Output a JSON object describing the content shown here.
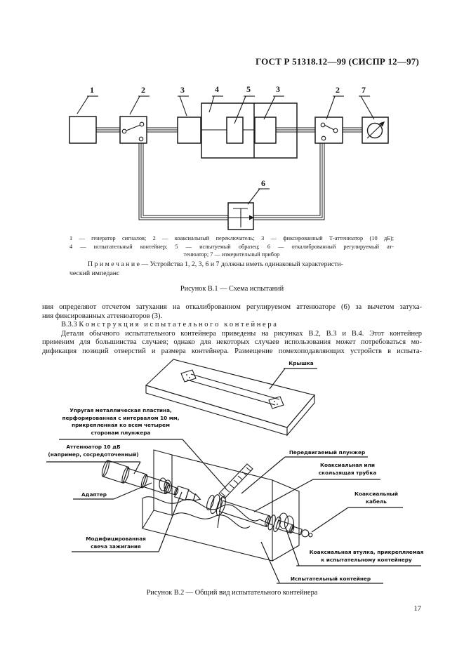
{
  "header": {
    "title": "ГОСТ Р 51318.12—99 (СИСПР 12—97)",
    "page_number": "17"
  },
  "colors": {
    "ink": "#1a1a1a",
    "paper": "#ffffff"
  },
  "figure_b1": {
    "callouts": [
      "1",
      "2",
      "3",
      "4",
      "5",
      "3",
      "2",
      "7",
      "6"
    ],
    "key_lines": [
      "1 — генератор сигналов; 2 — коаксиальный переключатель; 3 — фиксированный Т-аттенюатор (10 дБ);",
      "4 — испытательный контейнер; 5 — испытуемый образец; 6 — откалиброванный регулируемый ат-",
      "тенюатор; 7 — измерительный прибор"
    ],
    "note_lines": [
      "П р и м е ч а н и е — Устройства 1, 2, 3, 6 и 7 должны иметь одинаковый характеристи-",
      "ческий импеданс"
    ],
    "caption": "Рисунок В.1 — Схема испытаний"
  },
  "body": {
    "lines": [
      "ния определяют отсчетом затухания на откалиброванном регулируемом аттенюаторе (6) за вычетом затуха-",
      "ния фиксированных аттенюаторов (3).",
      "В.3.3 К о н с т р у к ц и я   и с п ы т а т е л ь н о г о   к о н т е й н е р а",
      "Детали обычного испытательного контейнера приведены на рисунках В.2, В.3 и В.4. Этот контейнер",
      "применим для большинства случаев; однако для некоторых случаев использования может потребоваться мо-",
      "дификация позиций отверстий и размера контейнера. Размещение помехоподавляющих устройств в испыта-"
    ]
  },
  "figure_b2": {
    "labels": {
      "lid": "Крышка",
      "plate_l1": "Упругая металлическая пластина,",
      "plate_l2": "перфорированная с интервалом 10 мм,",
      "plate_l3": "прикрепленная ко всем четырем",
      "plate_l4": "сторонам плунжера",
      "attenuator_l1": "Аттенюатор 10 дБ",
      "attenuator_l2": "(например, сосредоточенный)",
      "adapter": "Адаптер",
      "plunger": "Передвигаемый плунжер",
      "tube_l1": "Коаксиальная или",
      "tube_l2": "скользящая трубка",
      "cable_l1": "Коаксиальный",
      "cable_l2": "кабель",
      "spark_l1": "Модифицированная",
      "spark_l2": "свеча зажигания",
      "bushing_l1": "Коаксиальная втулка, прикрепляемая",
      "bushing_l2": "к испытательному контейнеру",
      "container": "Испытательный контейнер"
    },
    "caption": "Рисунок В.2 — Общий вид испытательного контейнера"
  }
}
